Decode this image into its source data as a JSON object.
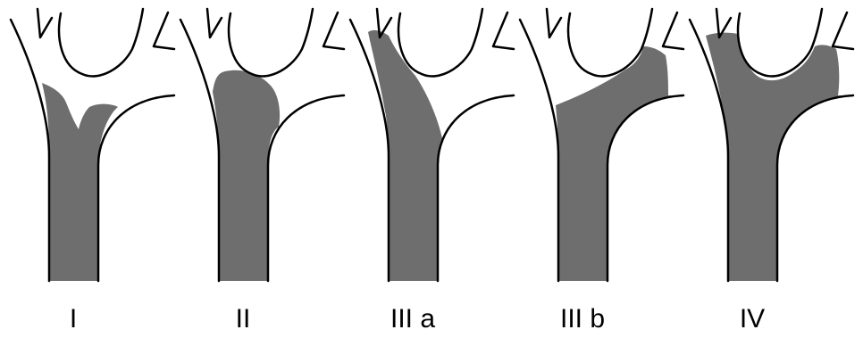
{
  "panels": [
    {
      "label": "I"
    },
    {
      "label": "II"
    },
    {
      "label": "III a"
    },
    {
      "label": "III b"
    },
    {
      "label": "IV"
    }
  ],
  "colors": {
    "fill": "#6e6e6e",
    "stroke": "#000000",
    "background": "#ffffff"
  }
}
